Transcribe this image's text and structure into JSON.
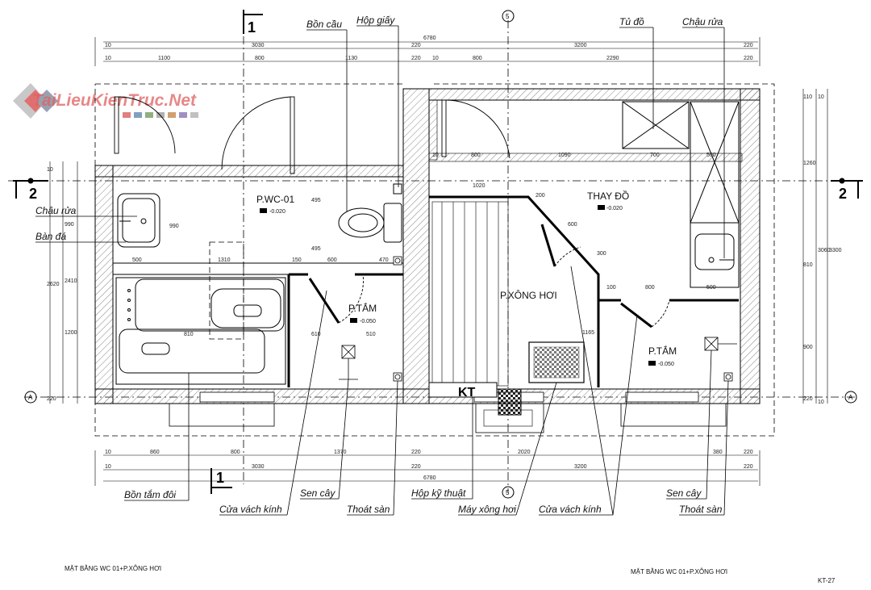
{
  "watermark": "TaiLieuKienTruc.Net",
  "rooms": {
    "wc": "P.WC-01",
    "wc_level": "-0.020",
    "tam_left": "P.TẮM",
    "tam_left_level": "-0.050",
    "thaydo": "THAY ĐỒ",
    "thaydo_level": "-0.020",
    "xonghoi": "P.XÔNG HƠI",
    "tam_right": "P.TẮM",
    "tam_right_level": "-0.050",
    "kt": "KT"
  },
  "callouts": {
    "bon_cau": "Bồn cầu",
    "hop_giay": "Hộp giấy",
    "tu_do": "Tủ đồ",
    "chau_rua_top": "Chậu rửa",
    "chau_rua_left": "Chậu rửa",
    "ban_da": "Bàn đá",
    "bon_tam_doi": "Bồn tắm đôi",
    "cua_vach_kinh_1": "Cửa vách kính",
    "sen_cay_1": "Sen cây",
    "thoat_san_1": "Thoát sàn",
    "hop_ky_thuat": "Hộp kỹ thuật",
    "may_xong_hoi": "Máy xông hơi",
    "cua_vach_kinh_2": "Cửa vách kính",
    "sen_cay_2": "Sen cây",
    "thoat_san_2": "Thoát sàn"
  },
  "axes": {
    "sec1_top": "1",
    "sec1_bottom": "1",
    "sec2_left": "2",
    "sec2_right": "2",
    "grid5_top": "5",
    "grid5_bottom": "5",
    "gridA_left": "A",
    "gridA_right": "A"
  },
  "dims": {
    "top_total": "6780",
    "top_row2": [
      "10",
      "3030",
      "220",
      "3200",
      "220"
    ],
    "top_row3": [
      "10",
      "1100",
      "800",
      "1130",
      "220",
      "10",
      "800",
      "2290",
      "220"
    ],
    "inner_top": [
      "10",
      "800",
      "1090",
      "700",
      "500"
    ],
    "inner_mid": [
      "500",
      "1310",
      "150",
      "600",
      "470",
      "1020",
      "200",
      "600",
      "300",
      "100",
      "800",
      "500",
      "810",
      "610",
      "510",
      "1165"
    ],
    "left_vert_outer": [
      "10",
      "2620",
      "220"
    ],
    "left_vert_inner": [
      "990",
      "2410",
      "1200"
    ],
    "left_mid_vert": [
      "990",
      "495",
      "495"
    ],
    "right_vert_outer": [
      "10",
      "3300",
      "10"
    ],
    "right_vert_mid": [
      "110",
      "1260",
      "3060",
      "810",
      "900",
      "220"
    ],
    "bottom_row1": [
      "10",
      "860",
      "800",
      "1370",
      "220",
      "2020",
      "380",
      "220"
    ],
    "bottom_row2": [
      "10",
      "3030",
      "220",
      "3200",
      "220"
    ],
    "bottom_total": "6780"
  },
  "footer": {
    "left": "MẶT BẰNG WC 01+P.XÔNG HƠI",
    "right": "MẶT BẰNG WC 01+P.XÔNG HƠI",
    "code": "KT-27"
  }
}
